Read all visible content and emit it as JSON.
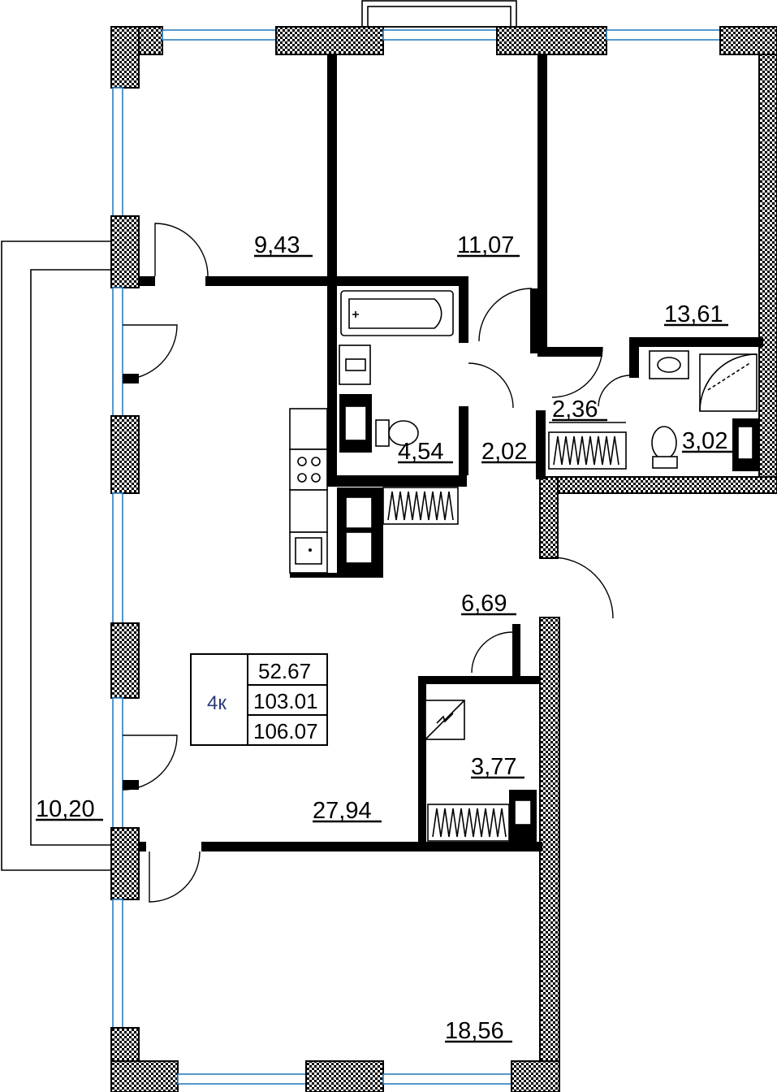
{
  "plan": {
    "rooms": [
      {
        "id": "bedroom-1",
        "area": "9,43"
      },
      {
        "id": "bedroom-2",
        "area": "11,07"
      },
      {
        "id": "bedroom-3",
        "area": "13,61"
      },
      {
        "id": "bathroom",
        "area": "4,54"
      },
      {
        "id": "corridor-1",
        "area": "2,02"
      },
      {
        "id": "corridor-2",
        "area": "2,36"
      },
      {
        "id": "wc",
        "area": "3,02"
      },
      {
        "id": "hall",
        "area": "6,69"
      },
      {
        "id": "storage",
        "area": "3,77"
      },
      {
        "id": "kitchen-living",
        "area": "27,94"
      },
      {
        "id": "balcony",
        "area": "10,20"
      },
      {
        "id": "bedroom-4",
        "area": "18,56"
      }
    ],
    "summary": {
      "type": "4к",
      "living_area": "52.67",
      "total_area": "103.01",
      "total_area_with_balcony": "106.07"
    },
    "colors": {
      "window_glass": "#2b7fc0",
      "type_label": "#2c3a7a"
    }
  }
}
